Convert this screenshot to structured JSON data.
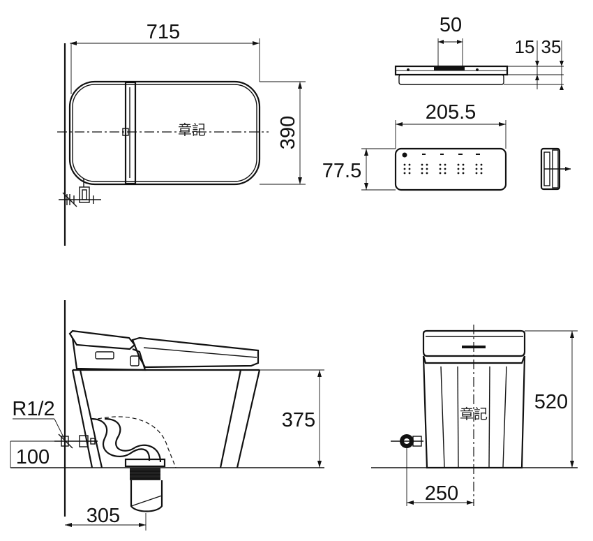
{
  "dimensions": {
    "top_width": "715",
    "top_depth": "390",
    "remote_hole": "50",
    "remote_thickness_1": "15",
    "remote_thickness_2": "35",
    "remote_width": "205.5",
    "remote_height": "77.5",
    "side_height": "375",
    "inlet_label": "R1/2",
    "inlet_height": "100",
    "drain_distance": "305",
    "front_height": "520",
    "front_inlet_offset": "250"
  },
  "marks": {
    "top_seal": "章記",
    "front_seal": "章記"
  }
}
